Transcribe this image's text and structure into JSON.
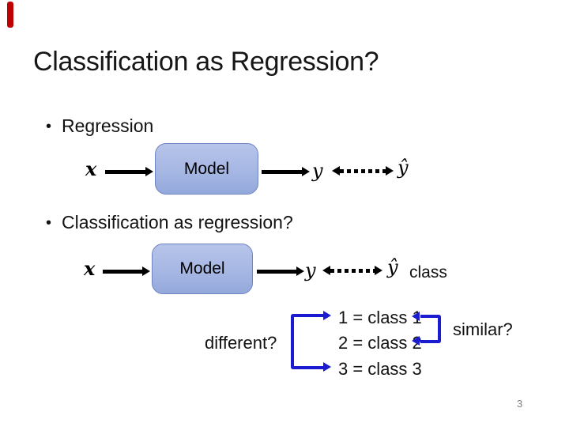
{
  "slide": {
    "title": "Classification as Regression?",
    "page_number": "3"
  },
  "bullets": [
    {
      "marker": "•",
      "label": "Regression"
    },
    {
      "marker": "•",
      "label": "Classification as regression?"
    }
  ],
  "diagram_regression": {
    "input": "x",
    "model_label": "Model",
    "output": "y",
    "prediction": "ŷ"
  },
  "diagram_classification": {
    "input": "x",
    "model_label": "Model",
    "output": "y",
    "prediction": "ŷ",
    "class_label": "class"
  },
  "mapping": {
    "different_label": "different?",
    "similar_label": "similar?",
    "rows": [
      "1 = class 1",
      "2 = class 2",
      "3 = class 3"
    ]
  },
  "colors": {
    "accent_red": "#c00000",
    "model_fill": "#a6b7e3",
    "model_border": "#6f83c1",
    "arrow_black": "#000000",
    "bracket_blue": "#1b1bd0",
    "page_number_gray": "#7f7f7f"
  }
}
